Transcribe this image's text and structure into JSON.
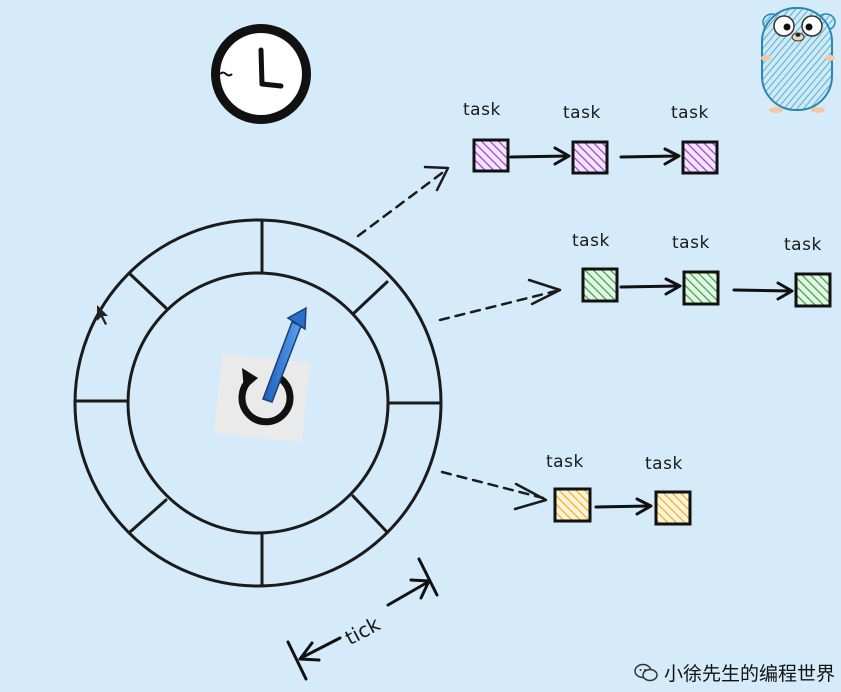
{
  "diagram": {
    "tick_label": "tick",
    "queues": [
      {
        "color": "#a43fd4",
        "tasks": [
          "task",
          "task",
          "task"
        ]
      },
      {
        "color": "#3aa348",
        "tasks": [
          "task",
          "task",
          "task"
        ]
      },
      {
        "color": "#f1b01c",
        "tasks": [
          "task",
          "task"
        ]
      }
    ]
  },
  "watermark": {
    "text": "小徐先生的编程世界"
  },
  "icons": [
    "clock-icon",
    "gopher-mascot-icon",
    "rotate-icon",
    "wechat-icon"
  ]
}
